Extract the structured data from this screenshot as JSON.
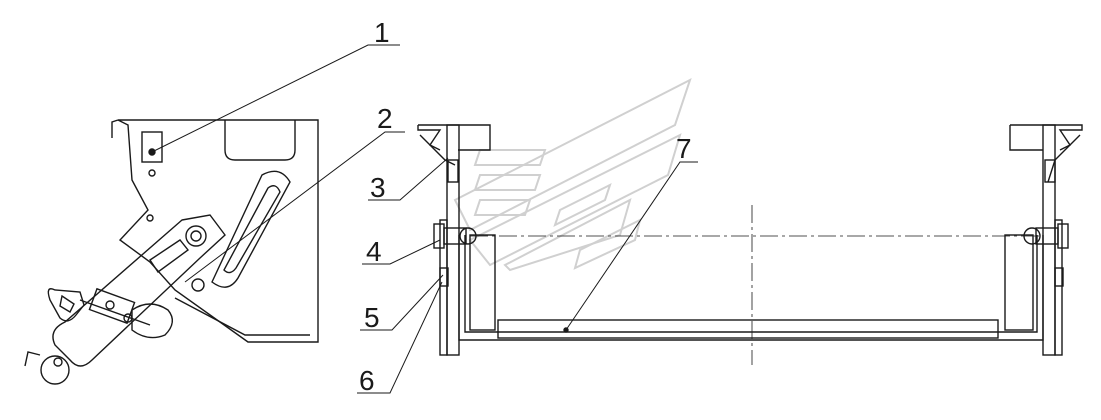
{
  "diagram": {
    "callouts": [
      "1",
      "2",
      "3",
      "4",
      "5",
      "6",
      "7"
    ]
  },
  "colors": {
    "line": "#1a1a1a",
    "watermark": "#cfcfcf",
    "background": "#ffffff"
  }
}
